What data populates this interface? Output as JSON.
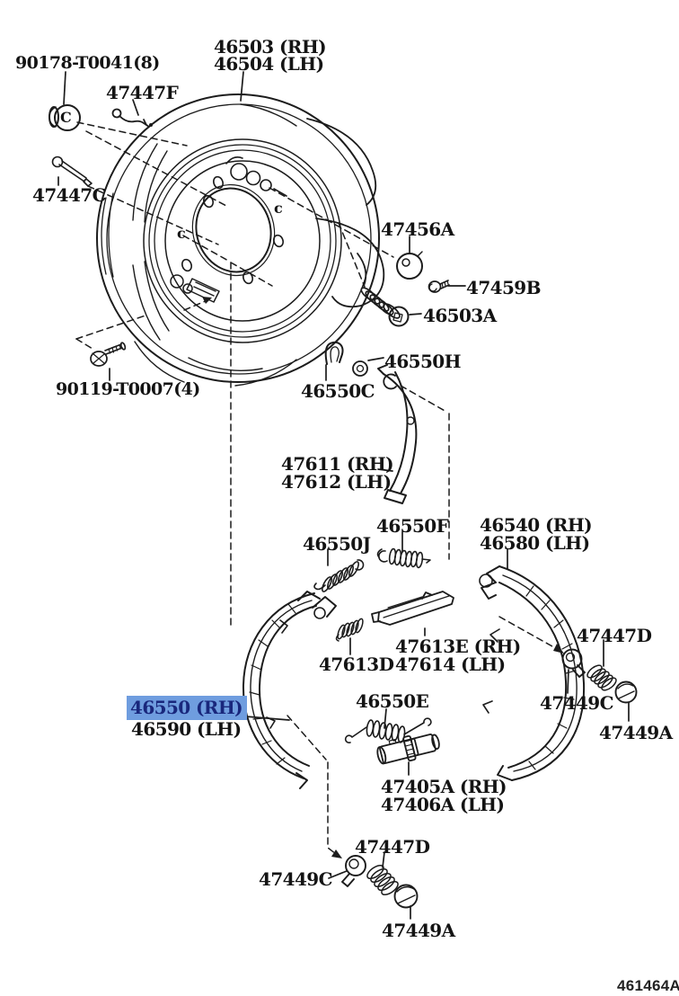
{
  "figure": {
    "code": "461464A",
    "background": "#ffffff",
    "line_color": "#1c1c1c",
    "highlight": {
      "bg": "#6f9ddf",
      "text": "#19277c"
    },
    "selected_part": "46550 (RH)"
  },
  "labels": {
    "grommet": "90178-T0041(8)",
    "wire_clip": "47447F",
    "backing_plate_rh": "46503 (RH)",
    "backing_plate_lh": "46504 (LH)",
    "pin": "47447C",
    "plate_bolt": "90119-T0007(4)",
    "adjuster_cam": "47456A",
    "small_bolt": "47459B",
    "shoe_hold_bolt": "46503A",
    "nut": "46550H",
    "c_washer": "46550C",
    "lever_rh": "47611 (RH)",
    "lever_lh": "47612 (LH)",
    "spring_f": "46550F",
    "spring_j": "46550J",
    "shoe_right_rh": "46540 (RH)",
    "shoe_right_lh": "46580 (LH)",
    "strut_rh": "47613E (RH)",
    "strut_lh": "47614 (LH)",
    "strut_spring": "47613D",
    "hole_plug_right": "47447D",
    "washer_right": "47449C",
    "cap_right": "47449A",
    "shoe_left_rh": "46550 (RH)",
    "shoe_left_lh": "46590 (LH)",
    "shoe_spring": "46550E",
    "adjuster_rh": "47405A (RH)",
    "adjuster_lh": "47406A (LH)",
    "hole_plug_bottom": "47447D",
    "washer_bottom": "47449C",
    "cap_bottom": "47449A",
    "marker_c1": "c",
    "marker_c2": "c",
    "marker_grommet": "C"
  }
}
